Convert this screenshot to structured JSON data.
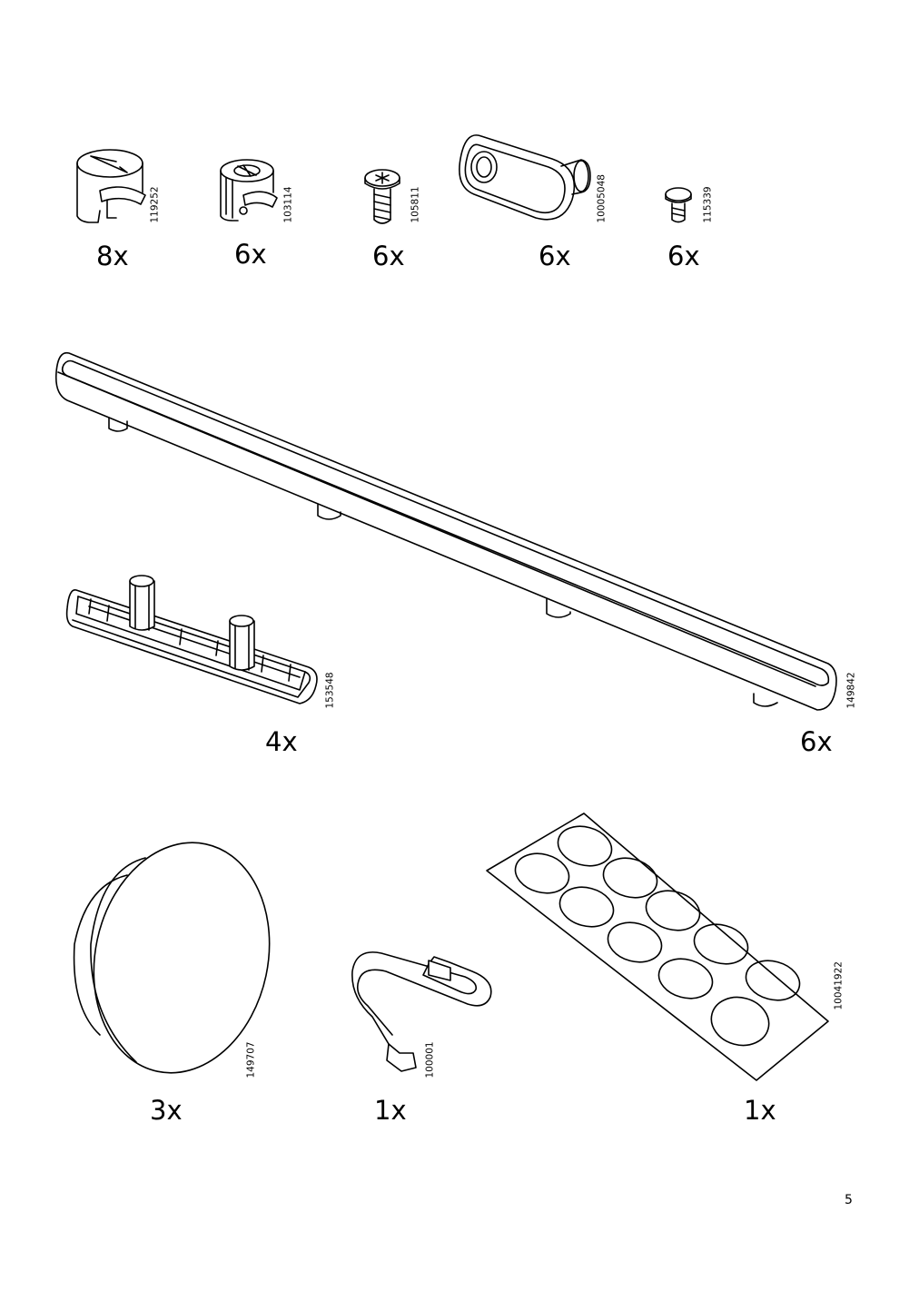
{
  "page_number": "5",
  "parts": [
    {
      "id": "cam-lock-housing",
      "part_number": "119252",
      "quantity": "8x"
    },
    {
      "id": "cam-lock-housing-small",
      "part_number": "103114",
      "quantity": "6x"
    },
    {
      "id": "screw-flat-head",
      "part_number": "105811",
      "quantity": "6x"
    },
    {
      "id": "oval-bracket",
      "part_number": "10005048",
      "quantity": "6x"
    },
    {
      "id": "small-screw",
      "part_number": "115339",
      "quantity": "6x"
    },
    {
      "id": "plastic-frame",
      "part_number": "153548",
      "quantity": "4x"
    },
    {
      "id": "long-rail",
      "part_number": "149842",
      "quantity": "6x"
    },
    {
      "id": "round-knob",
      "part_number": "149707",
      "quantity": "3x"
    },
    {
      "id": "allen-key",
      "part_number": "100001",
      "quantity": "1x"
    },
    {
      "id": "felt-pad-sheet",
      "part_number": "10041922",
      "quantity": "1x"
    }
  ]
}
